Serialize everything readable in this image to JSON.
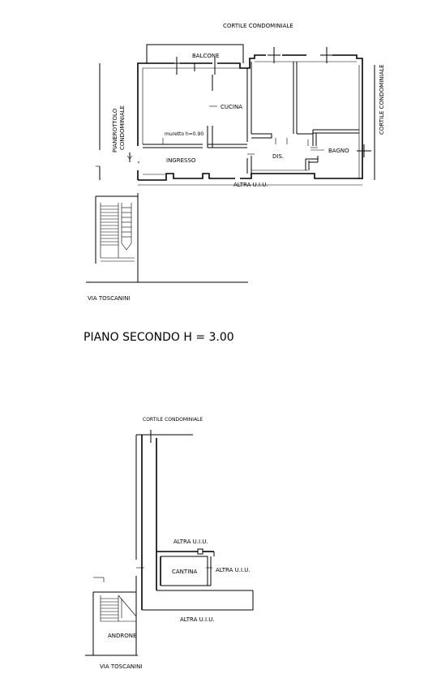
{
  "floor_plan_top": {
    "courtyard_top": "CORTILE CONDOMINIALE",
    "courtyard_right": "CORTILE CONDOMINIALE",
    "landing": [
      "PIANEROTTOLO",
      "CONDOMINIALE"
    ],
    "rooms": {
      "balcony": "BALCONE",
      "kitchen": "CUCINA",
      "low_wall": "muretto h=0.90",
      "entrance": "INGRESSO",
      "hall": "DIS.",
      "bathroom": "BAGNO"
    },
    "other_unit": "ALTRA U.I.U.",
    "street": "VIA TOSCANINI",
    "title": "PIANO SECONDO H = 3.00"
  },
  "floor_plan_bottom": {
    "courtyard_top": "CORTILE CONDOMINIALE",
    "other_unit_top": "ALTRA U.I.U.",
    "cellar": "CANTINA",
    "other_unit_right": "ALTRA U.I.U.",
    "other_unit_bottom": "ALTRA U.I.U.",
    "lobby": "ANDRONE",
    "street": "VIA TOSCANINI"
  }
}
